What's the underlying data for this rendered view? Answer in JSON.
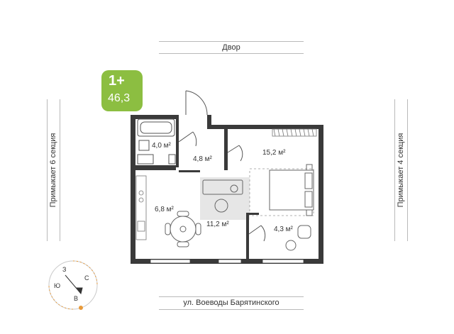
{
  "badge": {
    "rooms": "1+",
    "area": "46,3"
  },
  "labels": {
    "top": "Двор",
    "bottom": "ул. Воеводы Барятинского",
    "left": "Примыкает 6 секция",
    "right": "Примыкает 4 секция"
  },
  "rooms": {
    "bathroom": "4,0 м²",
    "hall": "4,8 м²",
    "bedroom": "15,2 м²",
    "kitchen": "6,8 м²",
    "living": "11,2 м²",
    "balcony": "4,3 м²"
  },
  "compass": {
    "n": "С",
    "s": "Ю",
    "e": "В",
    "w": "З"
  },
  "colors": {
    "accent": "#8cbe41",
    "wall": "#3a3a3a",
    "zone": "#e6e6e6"
  }
}
